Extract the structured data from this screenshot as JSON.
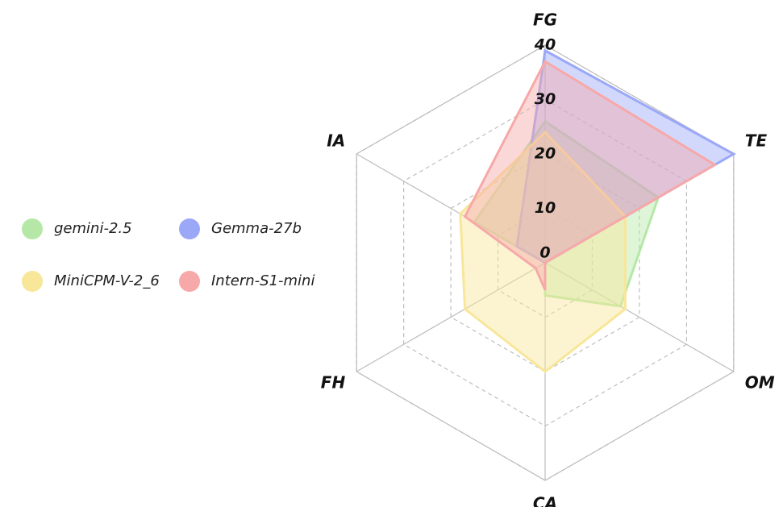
{
  "chart_data": {
    "type": "radar",
    "axes": [
      "FG",
      "TE",
      "OM",
      "CA",
      "FH",
      "IA"
    ],
    "rlim": [
      0,
      40
    ],
    "ticks": [
      0,
      10,
      20,
      30,
      40
    ],
    "tick_labels": [
      "0",
      "10",
      "20",
      "30",
      "40"
    ],
    "grid": true,
    "legend_position": "left",
    "series": [
      {
        "name": "gemini-2.5",
        "color": "#b5e8a6",
        "values": [
          26,
          24,
          16,
          6,
          0,
          15
        ]
      },
      {
        "name": "Gemma-27b",
        "color": "#9aa8f7",
        "values": [
          39,
          40,
          0,
          3,
          0,
          6
        ]
      },
      {
        "name": "MiniCPM-V-2_6",
        "color": "#f8e699",
        "values": [
          24,
          17,
          17,
          20,
          17,
          18
        ]
      },
      {
        "name": "Intern-S1-mini",
        "color": "#f7a8a8",
        "values": [
          37,
          36,
          0,
          5,
          2,
          17
        ]
      }
    ]
  }
}
